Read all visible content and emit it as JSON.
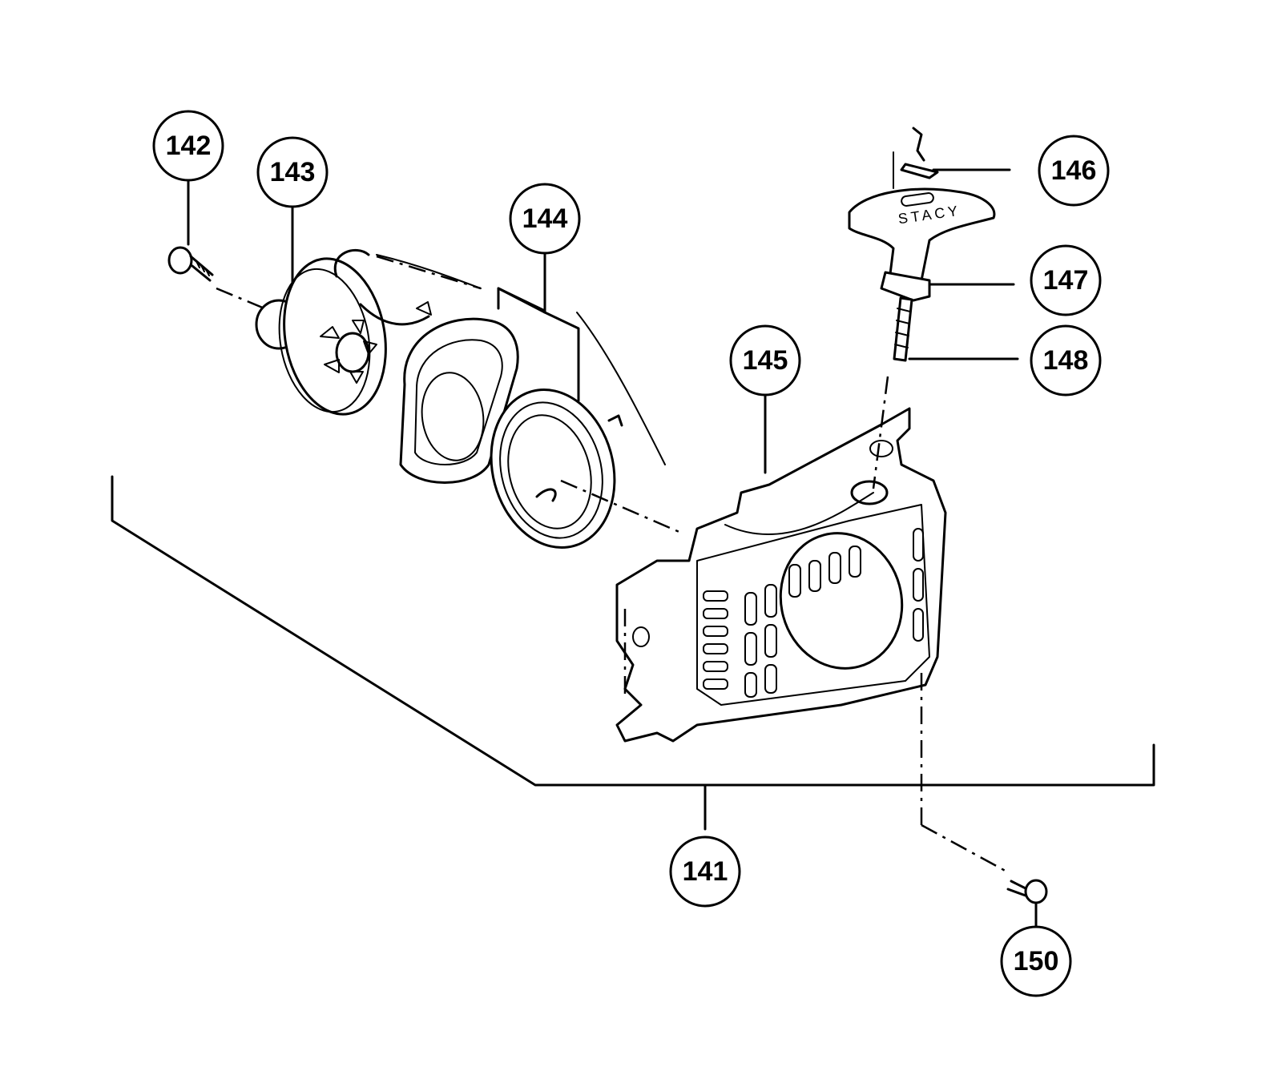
{
  "callouts": {
    "c141": "141",
    "c142": "142",
    "c143": "143",
    "c144": "144",
    "c145": "145",
    "c146": "146",
    "c147": "147",
    "c148": "148",
    "c150": "150"
  },
  "handle_text": "STACY"
}
